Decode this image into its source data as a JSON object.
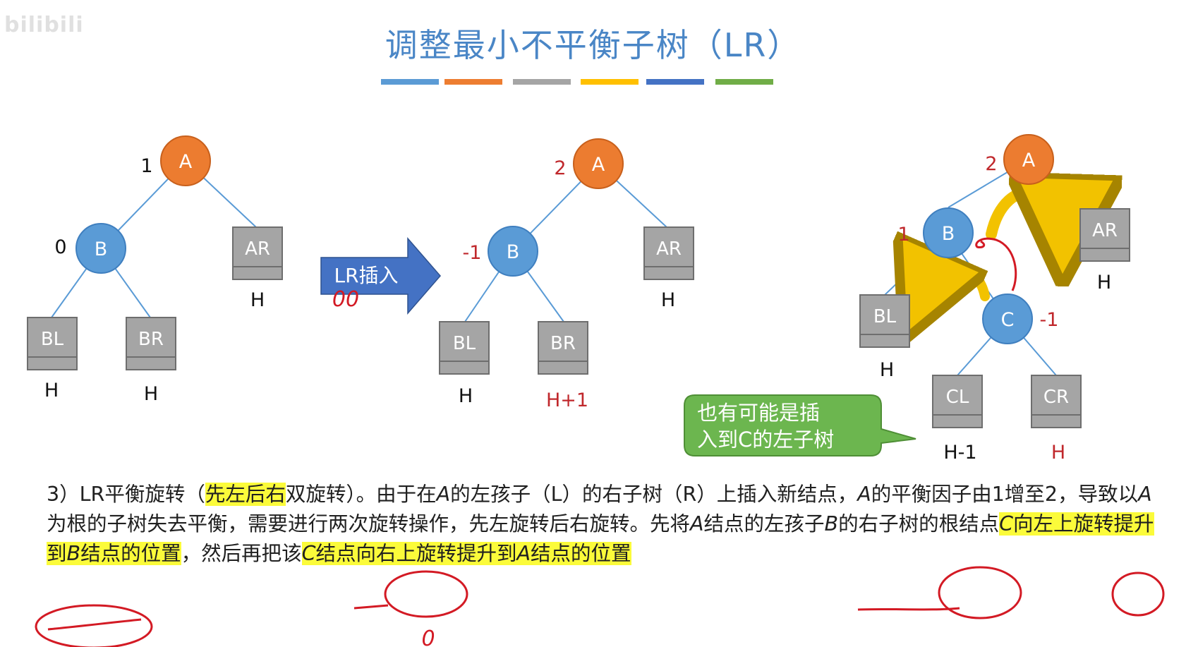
{
  "watermark": "bilibili",
  "title": "调整最小不平衡子树（LR）",
  "colors": {
    "bars": [
      "#5b9bd5",
      "#ed7d31",
      "#a5a5a5",
      "#ffc000",
      "#4472c4",
      "#70ad47"
    ],
    "node_orange": "#ec7c30",
    "node_blue": "#5a9bd6",
    "box_gray": "#a5a5a5",
    "arrow_blue": "#4472c4",
    "callout_green": "#6cb64f",
    "highlight": "#fbfb3a",
    "annotation_red": "#d31a24"
  },
  "tree1": {
    "A": "A",
    "A_bf": "1",
    "B": "B",
    "B_bf": "0",
    "AR": "AR",
    "AR_h": "H",
    "BL": "BL",
    "BL_h": "H",
    "BR": "BR",
    "BR_h": "H"
  },
  "arrow": {
    "label": "LR插入",
    "handwritten": "00"
  },
  "tree2": {
    "A": "A",
    "A_bf": "2",
    "B": "B",
    "B_bf": "-1",
    "AR": "AR",
    "AR_h": "H",
    "BL": "BL",
    "BL_h": "H",
    "BR": "BR",
    "BR_h": "H+1"
  },
  "tree3": {
    "A": "A",
    "A_bf": "2",
    "B": "B",
    "B_bf": "1",
    "AR": "AR",
    "AR_h": "H",
    "BL": "BL",
    "BL_h": "H",
    "C": "C",
    "C_bf": "-1",
    "CL": "CL",
    "CL_h": "H-1",
    "CR": "CR",
    "CR_h": "H"
  },
  "callout": {
    "line1": "也有可能是插",
    "line2": "入到C的左子树"
  },
  "paragraph": {
    "s01": "3）LR平衡旋转（",
    "s02": "先左后右",
    "s03": "双旋转）。由于在",
    "s04": "A",
    "s05": "的左孩子（L）的右子树（R）上插入新结点，",
    "s06": "A",
    "s07": "的平衡因子由1增至2，导致以",
    "s08": "A",
    "s09": "为根的子树失去平衡，需要进行两次旋转操作，先左旋转后右旋转。先将",
    "s10": "A",
    "s11": "结点的左孩子",
    "s12": "B",
    "s13": "的右子树的根结点",
    "s14": "C",
    "s15": "向左上旋转提升到",
    "s16": "B",
    "s17": "结点的位置",
    "s18": "，然后再把该",
    "s19": "C",
    "s20": "结点向右上旋转提升到",
    "s21": "A",
    "s22": "结点的位置"
  },
  "handwritten": {
    "mark_zero": "0"
  }
}
